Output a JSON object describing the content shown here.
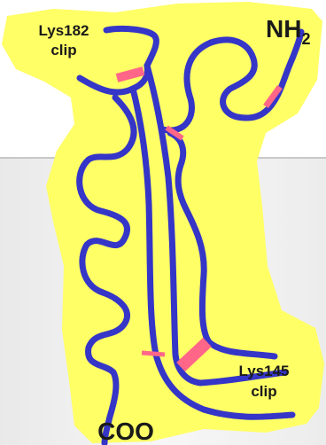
{
  "labels": {
    "lys182": "Lys182",
    "lys182_clip": "clip",
    "nh2_main": "NH",
    "nh2_sub": "2",
    "lys145": "Lys145",
    "lys145_clip": "clip",
    "coo": "COO"
  },
  "colors": {
    "background_panel": "#f0f0f0",
    "blob": "#ffff66",
    "strand": "#3333cc",
    "clip": "#ff6688"
  }
}
